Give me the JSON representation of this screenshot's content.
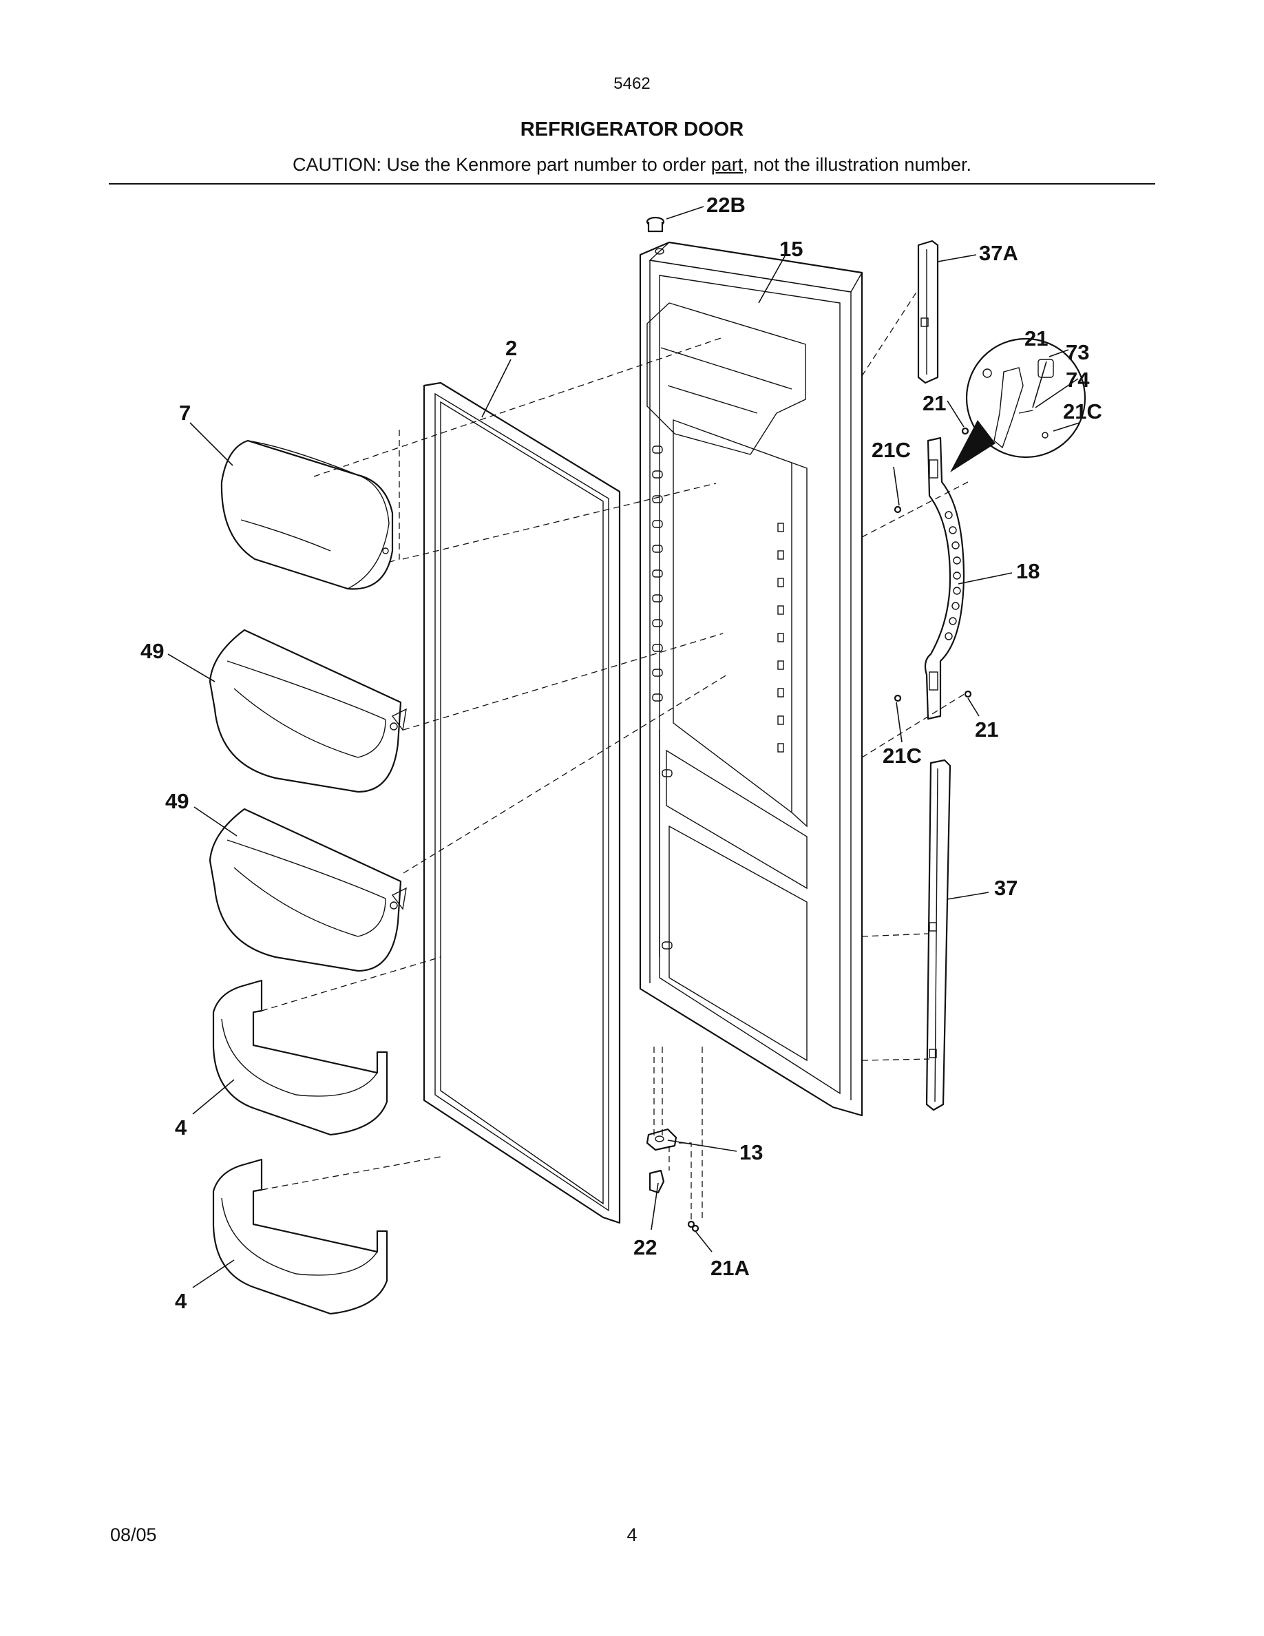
{
  "header": {
    "model_number": "5462",
    "title": "REFRIGERATOR DOOR",
    "caution_prefix": "CAUTION: Use the Kenmore part number to order ",
    "caution_link": "part",
    "caution_suffix": ", not the illustration number."
  },
  "footer": {
    "date": "08/05",
    "page": "4"
  },
  "callouts": {
    "c22B": "22B",
    "c15": "15",
    "c37A": "37A",
    "c2": "2",
    "c7": "7",
    "c21_detail": "21",
    "c73": "73",
    "c74": "74",
    "c21C_detail": "21C",
    "c21_top": "21",
    "c21C_top": "21C",
    "c18": "18",
    "c49_upper": "49",
    "c49_lower": "49",
    "c21_bottom": "21",
    "c21C_bottom": "21C",
    "c37": "37",
    "c4_upper": "4",
    "c13": "13",
    "c22": "22",
    "c21A": "21A",
    "c4_lower": "4"
  }
}
